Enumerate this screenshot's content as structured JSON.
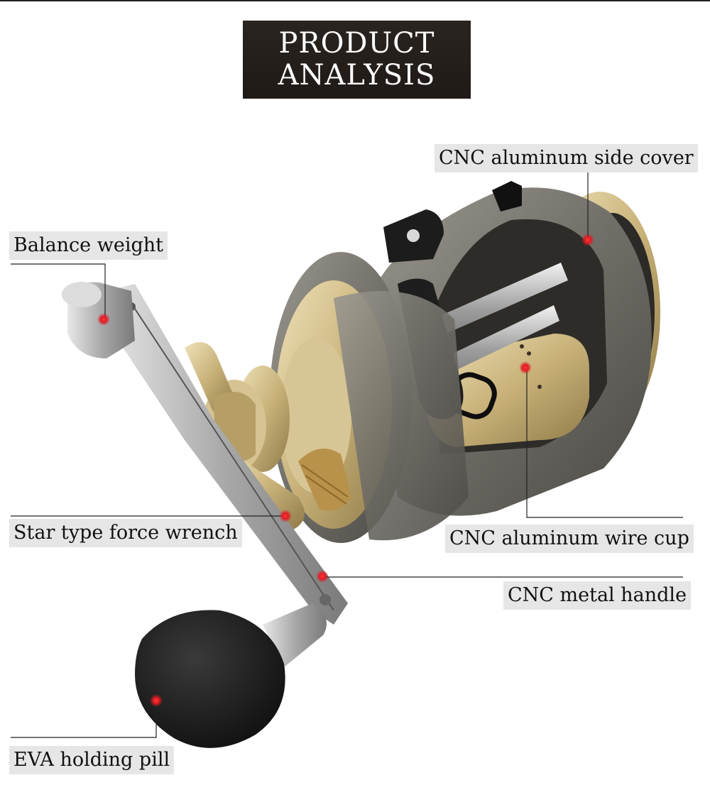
{
  "title": {
    "line1": "PRODUCT",
    "line2": "ANALYSIS"
  },
  "callouts": {
    "side_cover": "CNC aluminum side cover",
    "balance_weight": "Balance weight",
    "star_wrench": "Star type force wrench",
    "wire_cup": "CNC aluminum wire cup",
    "metal_handle": "CNC metal handle",
    "eva_pill": "EVA holding pill"
  },
  "colors": {
    "background": "#ffffff",
    "title_bg": "#231d1a",
    "label_bg": "#e6e6e6",
    "marker": "#e01b24",
    "body_gray": "#6f6d66",
    "gold": "#c9b27a"
  }
}
